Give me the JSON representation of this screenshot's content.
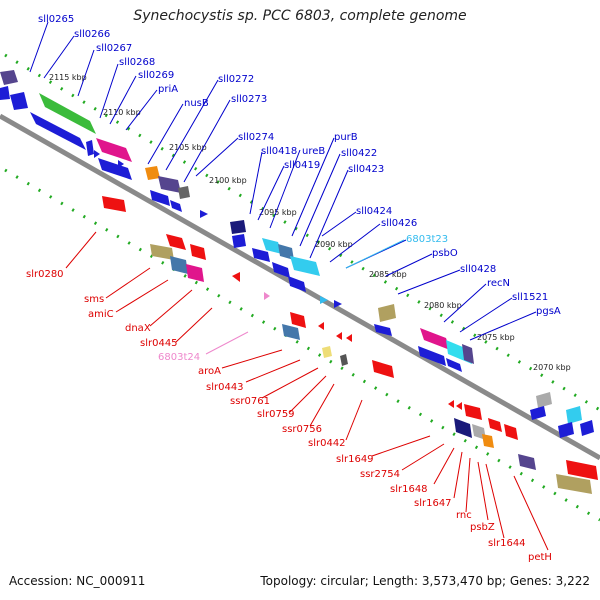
{
  "title": "Synechocystis sp. PCC 6803, complete genome",
  "footer": {
    "accession": "Accession: NC_000911",
    "topology": "Topology: circular; Length: 3,573,470 bp; Genes: 3,222"
  },
  "colors": {
    "forward_label": "#0000cc",
    "reverse_label": "#dd0000",
    "rna_forward_label": "#33bbee",
    "rna_reverse_label": "#ee88cc",
    "backbone": "#8a8a8a",
    "dots": "#22aa22"
  },
  "ticks": [
    "2115 kbp",
    "2110 kbp",
    "2105 kbp",
    "2100 kbp",
    "2095 kbp",
    "2090 kbp",
    "2085 kbp",
    "2080 kbp",
    "2075 kbp",
    "2070 kbp"
  ],
  "forward_labels": [
    "sll0265",
    "sll0266",
    "sll0267",
    "sll0268",
    "sll0269",
    "priA",
    "nusB",
    "sll0272",
    "sll0273",
    "sll0274",
    "sll0418",
    "ureB",
    "sll0419",
    "purB",
    "sll0422",
    "sll0423",
    "sll0424",
    "sll0426",
    "6803t23",
    "psbO",
    "sll0428",
    "recN",
    "sll1521",
    "pgsA"
  ],
  "reverse_labels": [
    "slr0280",
    "sms",
    "amiC",
    "dnaX",
    "slr0445",
    "6803t24",
    "aroA",
    "slr0443",
    "ssr0761",
    "slr0759",
    "ssr0756",
    "slr0442",
    "slr1649",
    "ssr2754",
    "slr1648",
    "slr1647",
    "rnc",
    "psbZ",
    "slr1644",
    "petH"
  ]
}
